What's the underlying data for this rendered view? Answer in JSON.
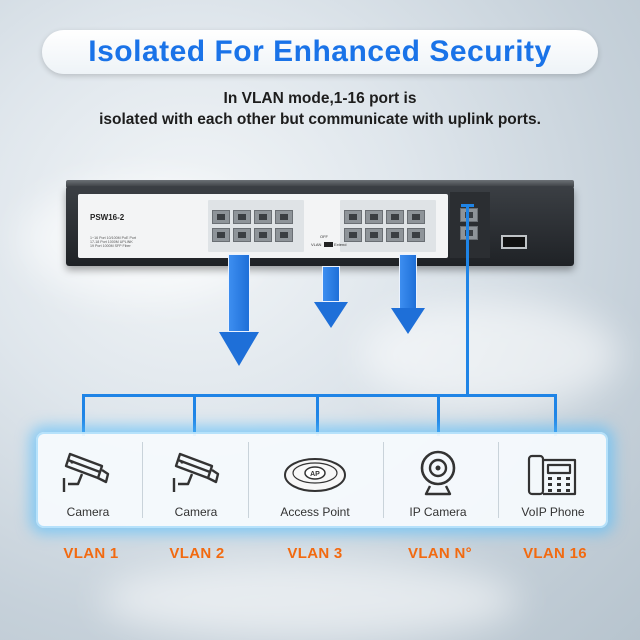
{
  "title": "Isolated For Enhanced Security",
  "subtitle_line1": "In VLAN mode,1-16 port is",
  "subtitle_line2": "isolated with each other but communicate with uplink ports.",
  "switch": {
    "model": "PSW16-2",
    "spec_lines": [
      "1~16 Port 10/100M PoE Port",
      "17-18 Port 1000M UPLINK",
      "19 Port 1000M SFP Fiber"
    ],
    "vlan_switch_label": "VLAN",
    "vlan_extend_label": "Extend",
    "off_label": "OFF"
  },
  "devices": [
    {
      "label": "Camera",
      "icon": "cctv-camera-icon",
      "vlan": "VLAN 1"
    },
    {
      "label": "Camera",
      "icon": "cctv-camera-icon",
      "vlan": "VLAN 2"
    },
    {
      "label": "Access Point",
      "icon": "access-point-icon",
      "icon_text": "AP",
      "vlan": "VLAN 3"
    },
    {
      "label": "IP Camera",
      "icon": "webcam-icon",
      "vlan": "VLAN N°"
    },
    {
      "label": "VoIP Phone",
      "icon": "voip-phone-icon",
      "vlan": "VLAN 16"
    }
  ],
  "colors": {
    "title_blue": "#1a73e8",
    "vlan_orange": "#f26a10",
    "line_blue": "#1f84e6",
    "glow_cyan": "#5abefa"
  }
}
